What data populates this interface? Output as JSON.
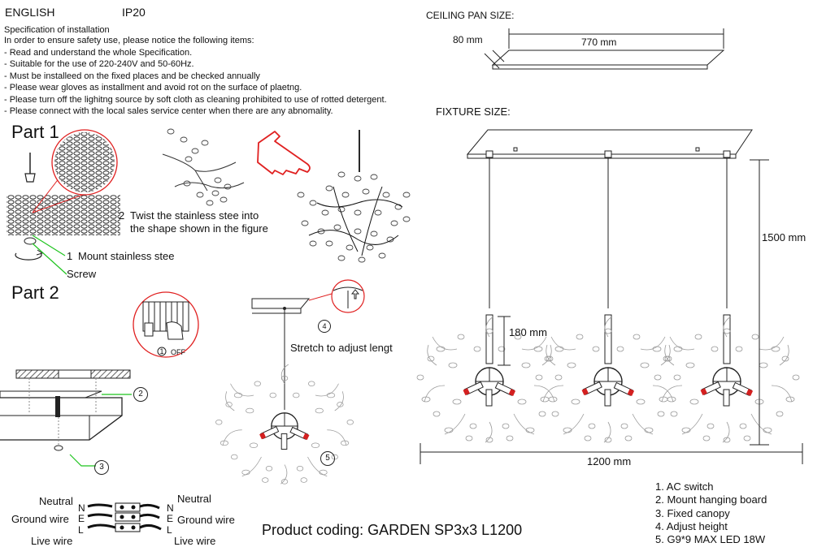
{
  "header": {
    "language": "ENGLISH",
    "ip_rating": "IP20"
  },
  "spec": {
    "title": "Specification of installation",
    "intro": "In order to ensure safety use, please notice the following items:",
    "items": [
      "- Read and understand the whole Specification.",
      "- Suitable for the use of 220-240V and 50-60Hz.",
      "- Must be installeed on the fixed places and be checked annually",
      "- Please wear gloves as installment and avoid rot on the surface of plaetng.",
      "- Please turn off the lighitng source by soft cloth as cleaning prohibited to use of rotted detergent.",
      "- Please connect with the local sales service center when there are any abnomality."
    ]
  },
  "part1": {
    "title": "Part 1",
    "step1_num": "1",
    "step1_text": "Mount stainless stee",
    "screw_label": "Screw",
    "step2_num": "2",
    "step2_line1": "Twist  the  stainless  stee  into",
    "step2_line2": "the shape shown in the figure"
  },
  "part2": {
    "title": "Part 2",
    "off_num": "1",
    "off_label": "OFF",
    "callout2": "2",
    "callout3": "3",
    "callout4": "4",
    "callout5": "5",
    "stretch_label": "Stretch to adjust lengt"
  },
  "wiring": {
    "left": [
      "Neutral",
      "Ground wire",
      "Live wire"
    ],
    "left_letters": [
      "N",
      "E",
      "L"
    ],
    "right_letters": [
      "N",
      "E",
      "L"
    ],
    "right": [
      "Neutral",
      "Ground wire",
      "Live wire"
    ]
  },
  "product_coding": "Product coding: GARDEN SP3x3 L1200",
  "ceiling_pan": {
    "title": "CEILING PAN  SIZE:",
    "width": "770 mm",
    "depth": "80 mm"
  },
  "fixture": {
    "title": "FIXTURE SIZE:",
    "height": "1500 mm",
    "stem": "180 mm",
    "width": "1200 mm"
  },
  "legend": [
    "1. AC switch",
    "2. Mount hanging board",
    "3. Fixed canopy",
    "4. Adjust height",
    "5. G9*9 MAX LED 18W"
  ],
  "colors": {
    "callout_line": "#1fc41f",
    "hand_red": "#e02020",
    "socket_red": "#d42020"
  }
}
